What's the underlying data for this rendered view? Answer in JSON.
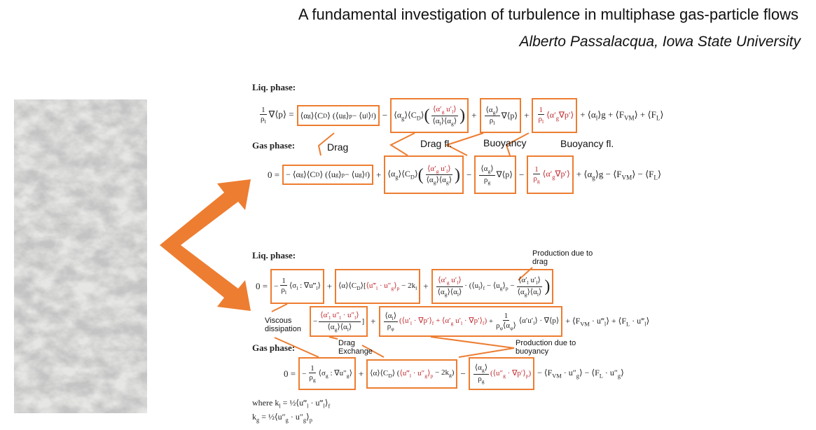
{
  "header": {
    "title": "A fundamental investigation of turbulence in multiphase gas-particle flows",
    "author": "Alberto Passalacqua, Iowa State University"
  },
  "colors": {
    "accent": "#ed7d31",
    "highlight_text": "#c0282d"
  },
  "image": {
    "description_icon": "turbulence-field-image"
  },
  "momentum": {
    "liq_label": "Liq. phase:",
    "gas_label": "Gas phase:",
    "liq": {
      "lhs_num": "1",
      "lhs_den": "ρ_l",
      "lhs_rest": "∇⟨p⟩ =",
      "drag": "⟨α_g⟩⟨C_D⟩ (⟨u_g⟩_p − ⟨u_l⟩_f)",
      "op1": "−",
      "dragfl_pre": "⟨α_g⟩⟨C_D⟩",
      "dragfl_num": "⟨α′_g u′_l⟩",
      "dragfl_den": "⟨α_l⟩⟨α_g⟩",
      "op2": "+",
      "buoy_num": "⟨α_g⟩",
      "buoy_den": "ρ_l",
      "buoy_rest": "∇⟨p⟩",
      "op3": "+",
      "buoyfl_num": "1",
      "buoyfl_den": "ρ_l",
      "buoyfl_rest": "⟨α′_g∇p′⟩",
      "tail": "+ ⟨α_l⟩g + ⟨F_{VM}⟩ + ⟨F_L⟩"
    },
    "gas": {
      "lhs": "0 =",
      "drag": "− ⟨α_g⟩⟨C_D⟩ (⟨u_g⟩_p − ⟨u_g⟩_f)",
      "op1": "+",
      "dragfl_pre": "⟨α_g⟩⟨C_D⟩",
      "dragfl_num": "⟨α′_g u′_l⟩",
      "dragfl_den": "⟨α_g⟩⟨α_g⟩",
      "op2": "−",
      "buoy_num": "⟨α_g⟩",
      "buoy_den": "ρ_g",
      "buoy_rest": "∇⟨p⟩",
      "op3": "−",
      "buoyfl_num": "1",
      "buoyfl_den": "ρ_g",
      "buoyfl_rest": "⟨α′_g∇p′⟩",
      "tail": "+ ⟨α_g⟩g − ⟨F_{VM}⟩ − ⟨F_L⟩"
    },
    "notes": {
      "drag": "Drag",
      "dragfl": "Drag fl.",
      "buoyancy": "Buoyancy",
      "buoyancyfl": "Buoyancy fl."
    }
  },
  "energy": {
    "liq_label": "Liq. phase:",
    "gas_label": "Gas phase:",
    "liq": {
      "lhs": "0 =",
      "visc_sign": "−",
      "visc_num": "1",
      "visc_den": "ρ_l",
      "visc_rest": "⟨σ_l : ∇u‴_l⟩",
      "op1": "+",
      "ex_pre": "⟨α⟩⟨C_D⟩[",
      "ex_red": "⟨u‴_l · u″_g⟩_p",
      "ex_post": "− 2k_l",
      "op2": "+",
      "pd_num": "⟨α′_g u′_l⟩",
      "pd_den": "⟨α_g⟩⟨α_l⟩",
      "pd_mid": "· (⟨u_l⟩_f − ⟨u_g⟩_p −",
      "pd_num2": "⟨α′_l u′_l⟩",
      "pd_den2": "⟨α_g⟩⟨α_l⟩",
      "pd_close": ")",
      "ex2_sign": "−",
      "ex2_num": "⟨α′_l u″_l · u″_l⟩",
      "ex2_den": "⟨α_g⟩⟨α_l⟩",
      "ex2_close": "]",
      "op3": "+",
      "pb_num": "⟨α_l⟩",
      "pb_den": "ρ_φ",
      "pb_red": "(⟨u′_l · ∇p′⟩_f + ⟨α′_g u′_l · ∇p′⟩_f)",
      "pb_plus": "+",
      "pb_num2": "1",
      "pb_den2": "ρ_φ⟨α_φ⟩",
      "pb_rest": "⟨α′u′_l⟩ · ∇⟨p⟩",
      "tail": "+ ⟨F_{VM} · u‴_l⟩ + ⟨F_L · u‴_l⟩"
    },
    "gas": {
      "lhs": "0 =",
      "visc_sign": "−",
      "visc_num": "1",
      "visc_den": "ρ_g",
      "visc_rest": "⟨σ_g : ∇u″_g⟩",
      "op1": "+",
      "ex_pre": "⟨α⟩⟨C_D⟩ (",
      "ex_red": "⟨u‴_l · u″_g⟩_p",
      "ex_post": "− 2k_g)",
      "op2": "−",
      "pb_num": "⟨α_g⟩",
      "pb_den": "ρ_g",
      "pb_red": "(⟨u″_g · ∇p′⟩_p)",
      "tail": "− ⟨F_{VM} · u″_g⟩ − ⟨F_L · u″_g⟩"
    },
    "where1": "where k_l = ½⟨u‴_l · u‴_l⟩_f",
    "where2": "k_g = ½⟨u″_g · u″_g⟩_p",
    "notes": {
      "prod_drag": "Production due to drag",
      "viscous": "Viscous dissipation",
      "drag_exchange": "Drag Exchange",
      "prod_buoy": "Production due to buoyancy"
    }
  }
}
